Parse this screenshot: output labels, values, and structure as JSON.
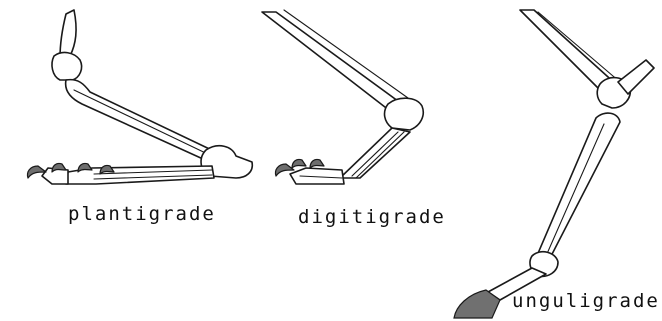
{
  "labels": {
    "plantigrade": "plantigrade",
    "digitigrade": "digitigrade",
    "unguligrade": "unguligrade"
  },
  "colors": {
    "background": "#ffffff",
    "bone_fill": "#ffffff",
    "outline": "#1a1a1a",
    "claw": "#6e6e6e",
    "hoof": "#707070"
  }
}
